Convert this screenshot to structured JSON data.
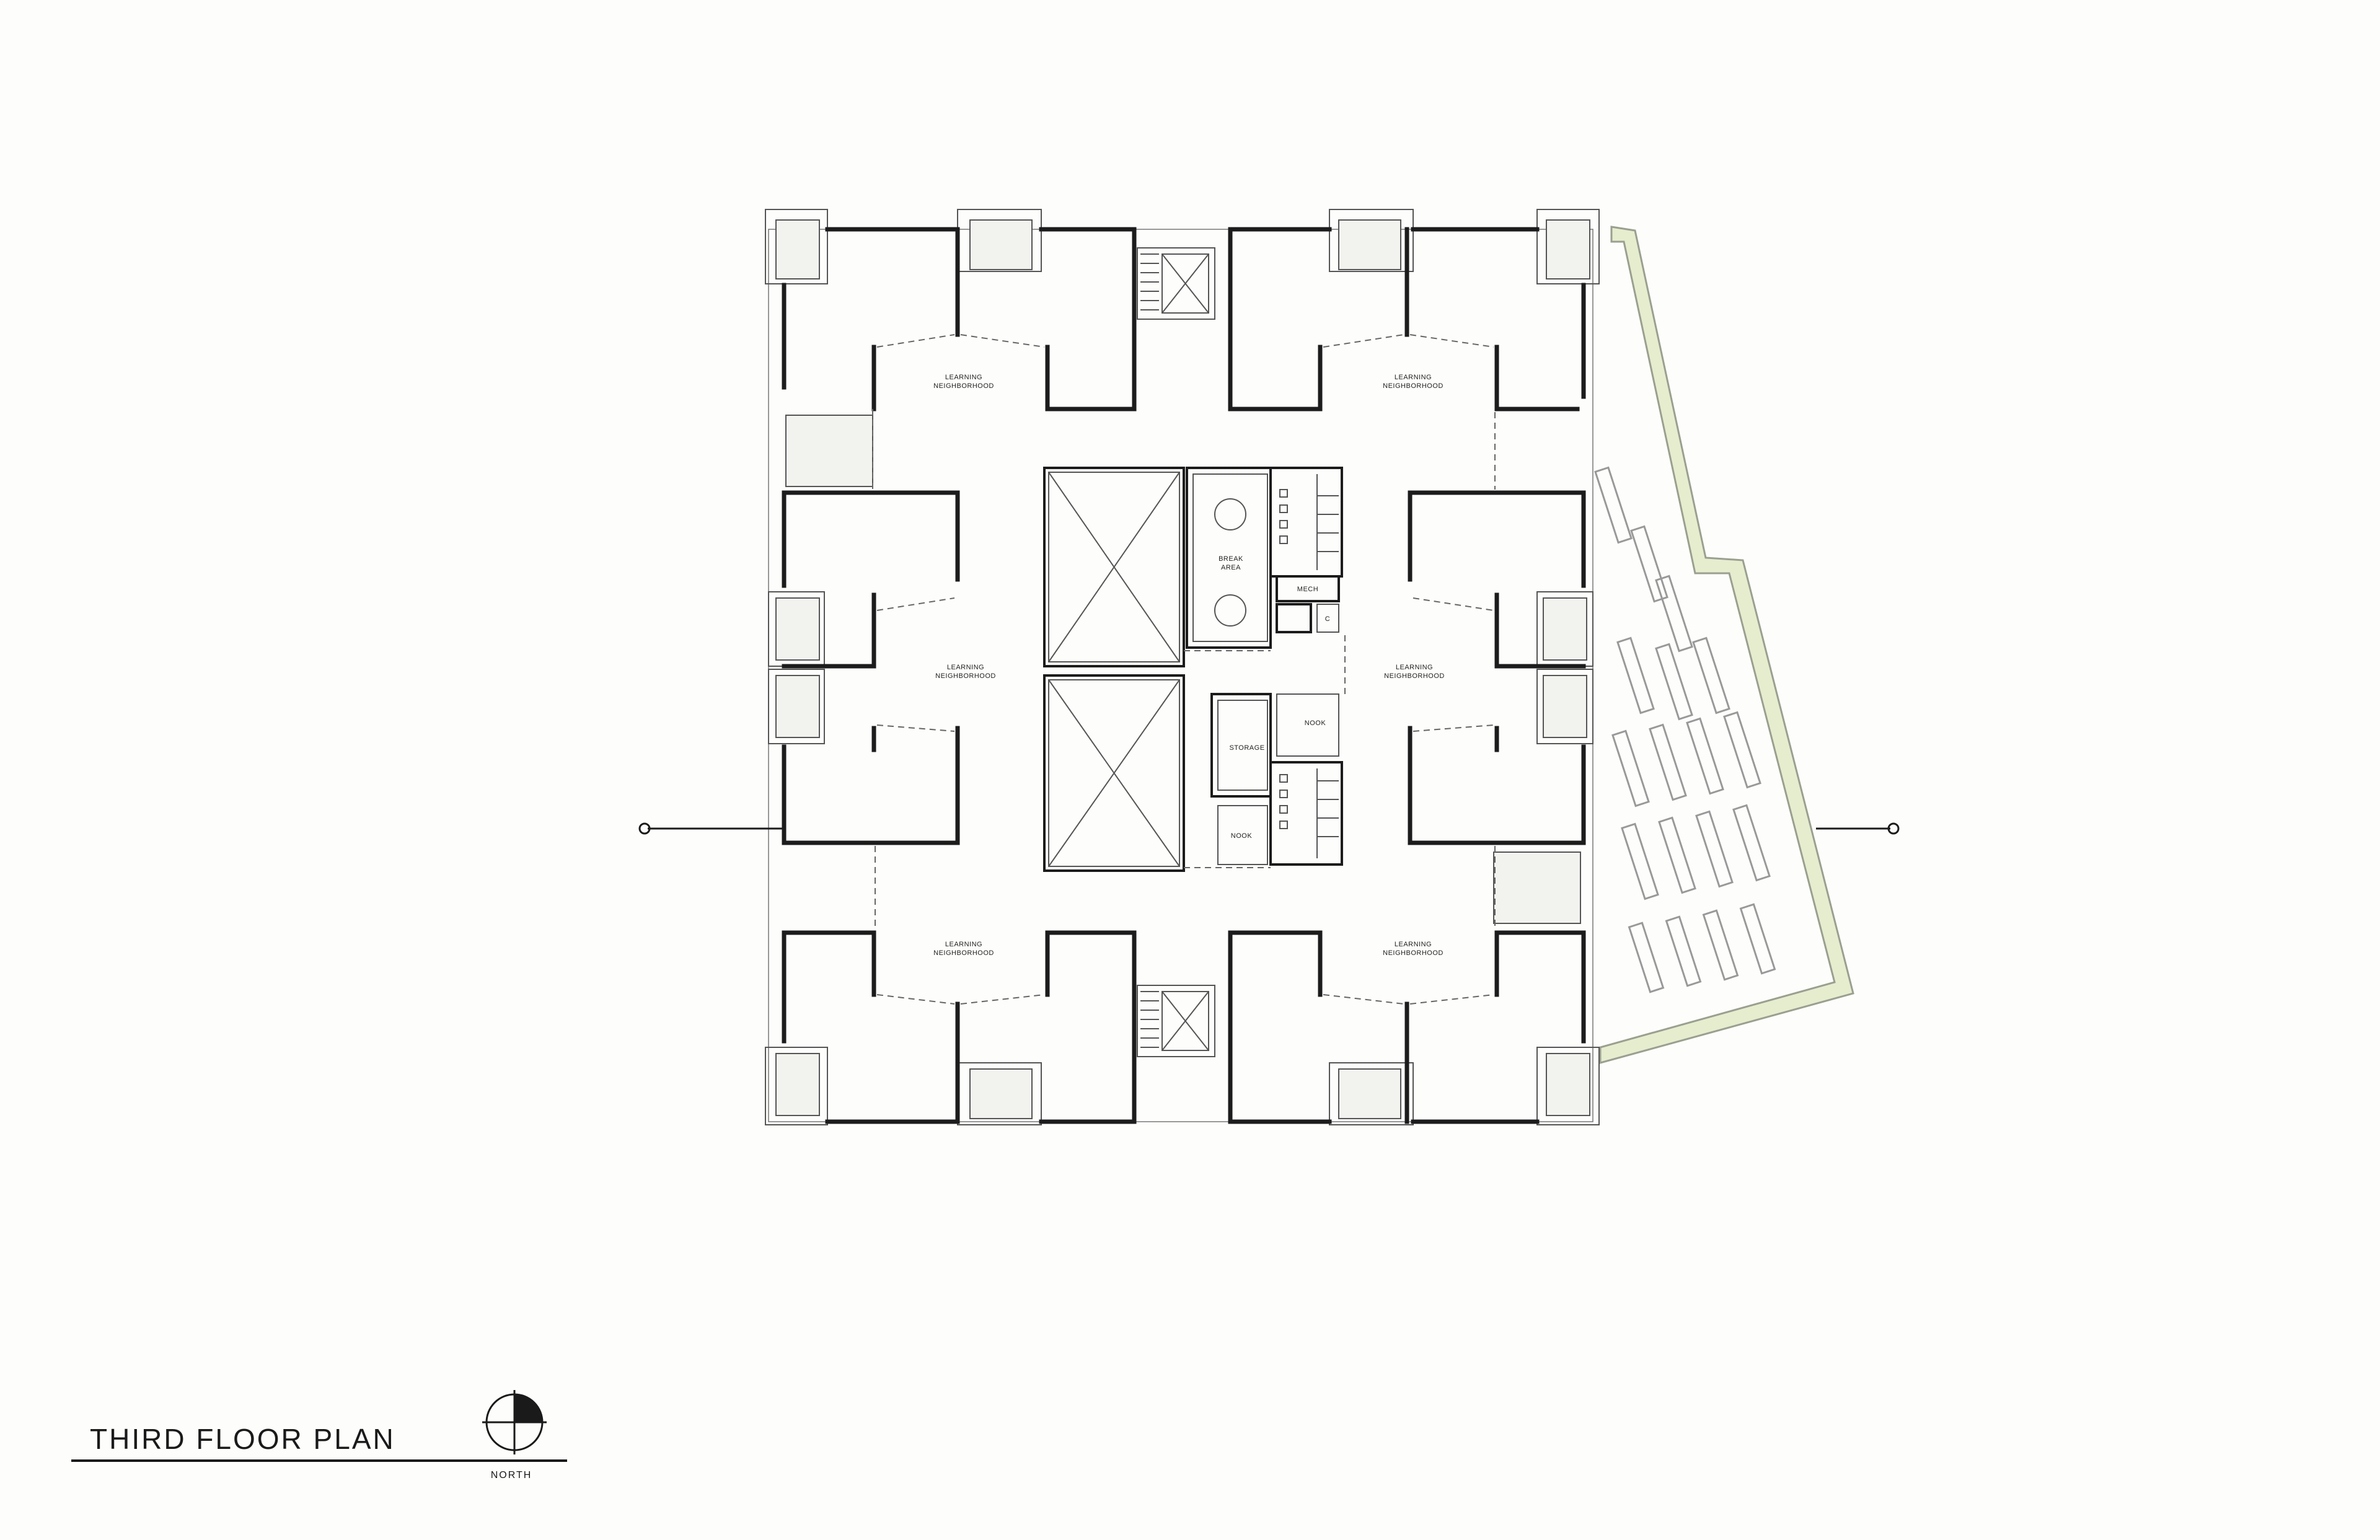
{
  "title": "THIRD FLOOR PLAN",
  "north_label": "NORTH",
  "rooms": {
    "neighborhood_nw": [
      "LEARNING",
      "NEIGHBORHOOD"
    ],
    "neighborhood_ne": [
      "LEARNING",
      "NEIGHBORHOOD"
    ],
    "neighborhood_w": [
      "LEARNING",
      "NEIGHBORHOOD"
    ],
    "neighborhood_e": [
      "LEARNING",
      "NEIGHBORHOOD"
    ],
    "neighborhood_sw": [
      "LEARNING",
      "NEIGHBORHOOD"
    ],
    "neighborhood_se": [
      "LEARNING",
      "NEIGHBORHOOD"
    ],
    "break_area": [
      "BREAK",
      "AREA"
    ],
    "mech": "MECH",
    "closet": "C",
    "storage": "STORAGE",
    "nook_1": "NOOK",
    "nook_2": "NOOK"
  },
  "colors": {
    "wall": "#1c1c1c",
    "terrace_fill": "#e6edcf",
    "terrace_edge": "#9aa08f",
    "background": "#fdfdfb"
  }
}
